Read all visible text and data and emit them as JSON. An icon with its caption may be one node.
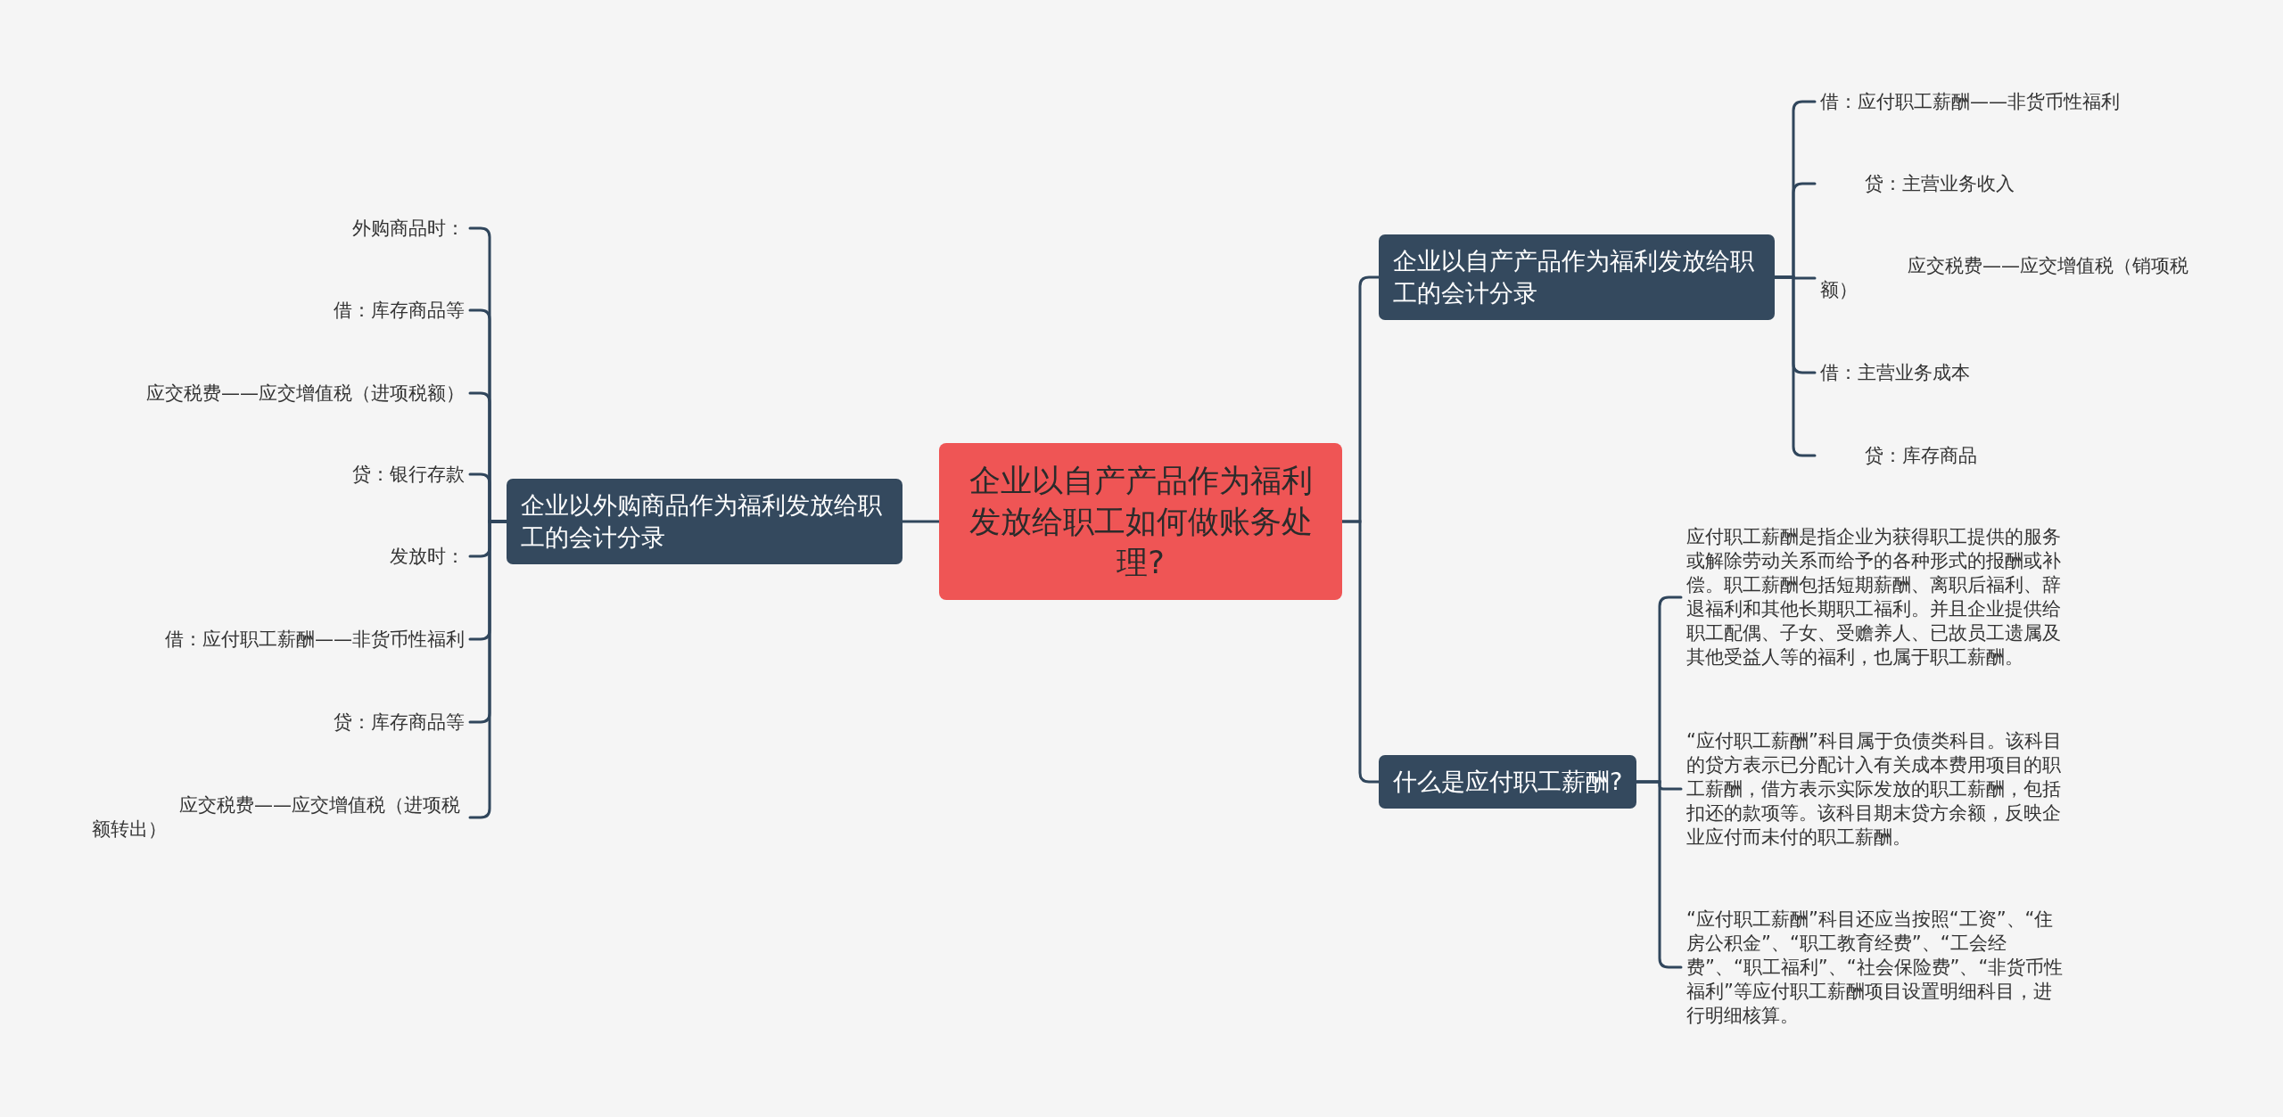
{
  "diagram": {
    "nodes": [
      {
        "text": [
          "企业以自产产品作为福利发放给职工如何做账务处理?"
        ]
      },
      {
        "text": [
          "企业以外购商品作为福利发放给职工的会计分录"
        ]
      },
      {
        "text": [
          "外购商品时："
        ]
      },
      {
        "text": [
          "借：库存商品等"
        ]
      },
      {
        "text": [
          "应交税费——应交增值税（进项税额）"
        ]
      },
      {
        "text": [
          "贷：银行存款"
        ]
      },
      {
        "text": [
          "发放时："
        ]
      },
      {
        "text": [
          "借：应付职工薪酬——非货币性福利"
        ]
      },
      {
        "text": [
          "贷：库存商品等"
        ]
      },
      {
        "text": [
          "应交税费——应交增值税（进项税额转出）"
        ]
      },
      {
        "text": [
          "企业以自产产品作为福利发放给职工的会计分录"
        ]
      },
      {
        "text": [
          "借：应付职工薪酬——非货币性福利"
        ]
      },
      {
        "text": [
          "贷：主营业务收入"
        ]
      },
      {
        "text": [
          "应交税费——应交增值税（销项税额）"
        ]
      },
      {
        "text": [
          "借：主营业务成本"
        ]
      },
      {
        "text": [
          "贷：库存商品"
        ]
      },
      {
        "text": [
          "什么是应付职工薪酬?"
        ]
      },
      {
        "text": [
          "应付职工薪酬是指企业为获得职工提供的服务或解除劳动关系而给予的各种形式的报酬或补偿。职工薪酬包括短期薪酬、离职后福利、辞退福利和其他长期职工福利。并且企业提供给职工配偶、子女、受赡养人、已故员工遗属及其他受益人等的福利，也属于职工薪酬。"
        ]
      },
      {
        "text": [
          "“应付职工薪酬”科目属于负债类科目。该科目的贷方表示已分配计入有关成本费用项目的职工薪酬，借方表示实际发放的职工薪酬，包括扣还的款项等。该科目期末贷方余额，反映企业应付而未付的职工薪酬。"
        ]
      },
      {
        "text": [
          "“应付职工薪酬”科目还应当按照“工资”、“住房公积金”、“职工教育经费”、“工会经费”、“职工福利”、“社会保险费”、“非货币性福利”等应付职工薪酬项目设置明细科目，进行明细核算。"
        ]
      }
    ],
    "edges": [
      {
        "from": 0,
        "to": 1,
        "arrow": "none"
      },
      {
        "from": 0,
        "to": 10,
        "arrow": "none"
      },
      {
        "from": 0,
        "to": 16,
        "arrow": "none"
      },
      {
        "from": 1,
        "to": 2,
        "arrow": "none"
      },
      {
        "from": 1,
        "to": 3,
        "arrow": "none"
      },
      {
        "from": 1,
        "to": 4,
        "arrow": "none"
      },
      {
        "from": 1,
        "to": 5,
        "arrow": "none"
      },
      {
        "from": 1,
        "to": 6,
        "arrow": "none"
      },
      {
        "from": 1,
        "to": 7,
        "arrow": "none"
      },
      {
        "from": 1,
        "to": 8,
        "arrow": "none"
      },
      {
        "from": 1,
        "to": 9,
        "arrow": "none"
      },
      {
        "from": 10,
        "to": 11,
        "arrow": "none"
      },
      {
        "from": 10,
        "to": 12,
        "arrow": "none"
      },
      {
        "from": 10,
        "to": 13,
        "arrow": "none"
      },
      {
        "from": 10,
        "to": 14,
        "arrow": "none"
      },
      {
        "from": 10,
        "to": 15,
        "arrow": "none"
      },
      {
        "from": 16,
        "to": 17,
        "arrow": "none"
      },
      {
        "from": 16,
        "to": 18,
        "arrow": "none"
      },
      {
        "from": 16,
        "to": 19,
        "arrow": "none"
      }
    ]
  }
}
